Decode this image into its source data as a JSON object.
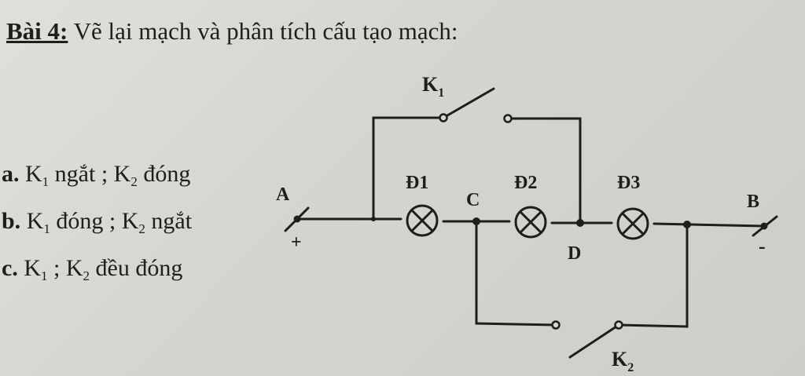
{
  "header": {
    "num": "Bài 4:",
    "text": "Vẽ lại mạch và phân tích cấu tạo mạch:"
  },
  "options": [
    {
      "letter": "a.",
      "k1": "K",
      "k1_sub": "1",
      "mid": "ngắt ; ",
      "k2": "K",
      "k2_sub": "2",
      "end": "đóng"
    },
    {
      "letter": "b.",
      "k1": "K",
      "k1_sub": "1",
      "mid": "đóng ; ",
      "k2": "K",
      "k2_sub": "2",
      "end": "ngắt"
    },
    {
      "letter": "c.",
      "k1": "K",
      "k1_sub": "1",
      "mid": "; ",
      "k2": "K",
      "k2_sub": "2",
      "end": "đều đóng"
    }
  ],
  "circuit": {
    "node_a": "A",
    "node_b": "B",
    "node_c": "C",
    "node_d": "D",
    "plus": "+",
    "minus": "-",
    "lamp1": "Đ1",
    "lamp2": "Đ2",
    "lamp3": "Đ3",
    "switch1": "K",
    "switch1_sub": "1",
    "switch2": "K",
    "switch2_sub": "2"
  }
}
